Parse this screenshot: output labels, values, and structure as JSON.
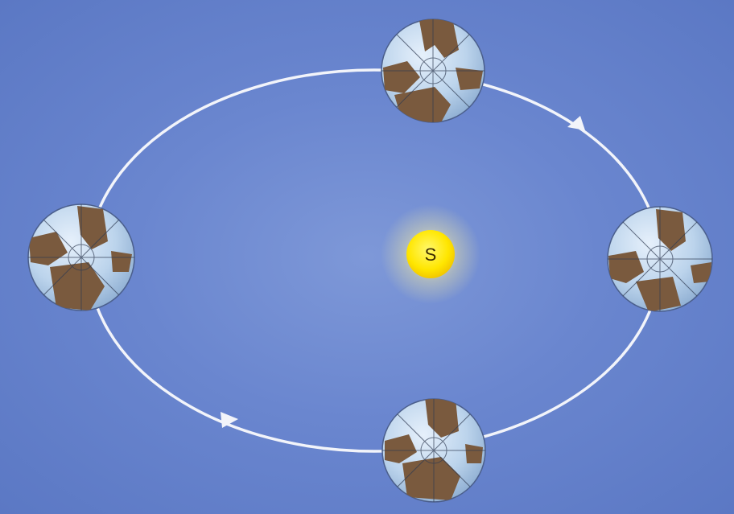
{
  "diagram": {
    "sun_label": "S",
    "colors": {
      "background": "#6a86cf",
      "orbit": "#f2f4fa",
      "sun": "#ffe600",
      "ocean": "#bcd4ec",
      "land": "#7a5a3e"
    },
    "orbit_direction": "counter-clockwise",
    "earth_positions": [
      "top",
      "right",
      "bottom",
      "left"
    ]
  }
}
